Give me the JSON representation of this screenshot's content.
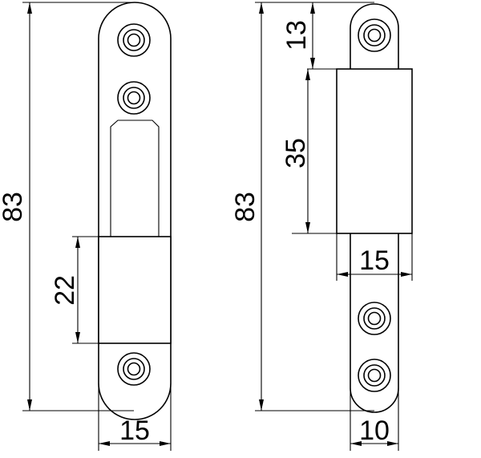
{
  "left_view": {
    "overall_height": "83",
    "lower_block_height": "22",
    "width": "15"
  },
  "right_view": {
    "overall_height": "83",
    "top_offset": "13",
    "block_height": "35",
    "block_width": "15",
    "strip_width": "10"
  }
}
